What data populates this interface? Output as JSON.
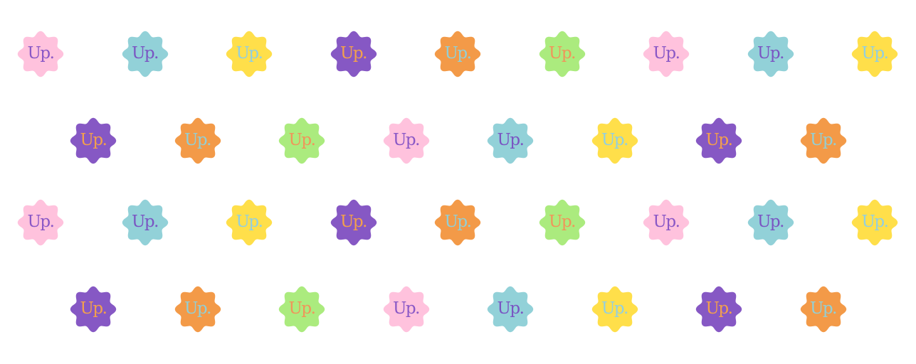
{
  "badge_text": "Up.",
  "palette": {
    "pink": {
      "fill": "#FFC2DD",
      "text": "#8A58C6"
    },
    "teal": {
      "fill": "#92D1D8",
      "text": "#7A55C2"
    },
    "yellow": {
      "fill": "#FFDF4A",
      "text": "#92CFE0"
    },
    "purple": {
      "fill": "#8658C4",
      "text": "#F3A04C"
    },
    "orange": {
      "fill": "#F39A48",
      "text": "#92CFD6"
    },
    "green": {
      "fill": "#ABEB7E",
      "text": "#F0955A"
    }
  },
  "rows": [
    [
      "pink",
      "teal",
      "yellow",
      "purple",
      "orange",
      "green",
      "pink",
      "teal",
      "yellow"
    ],
    [
      "purple",
      "orange",
      "green",
      "pink",
      "teal",
      "yellow",
      "purple",
      "orange"
    ],
    [
      "pink",
      "teal",
      "yellow",
      "purple",
      "orange",
      "green",
      "pink",
      "teal",
      "yellow"
    ],
    [
      "purple",
      "orange",
      "green",
      "pink",
      "teal",
      "yellow",
      "purple",
      "orange"
    ]
  ]
}
